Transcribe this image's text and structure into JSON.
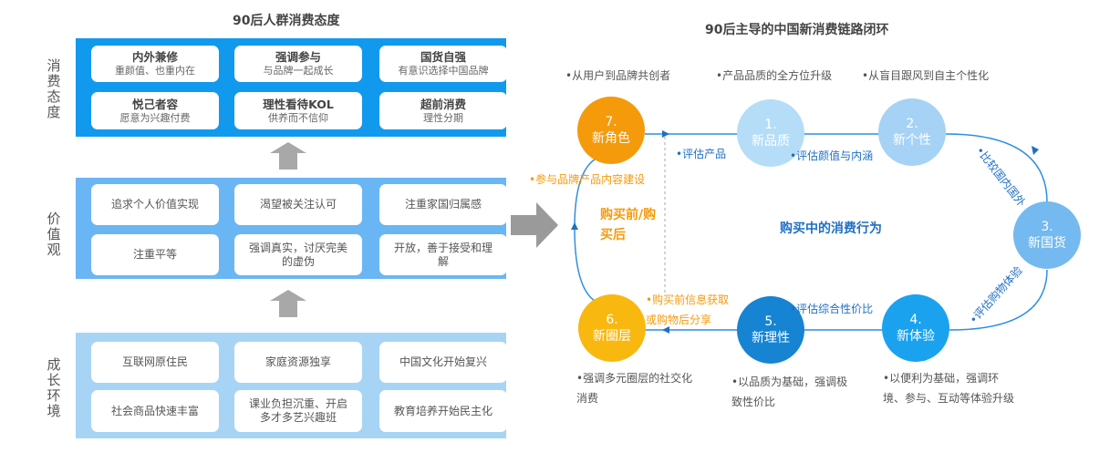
{
  "left": {
    "title": "90后人群消费态度",
    "sections": [
      {
        "label": "消费态度",
        "cards": [
          {
            "title": "内外兼修",
            "sub": "重颜值、也重内在"
          },
          {
            "title": "强调参与",
            "sub": "与品牌一起成长"
          },
          {
            "title": "国货自强",
            "sub": "有意识选择中国品牌"
          },
          {
            "title": "悦己者容",
            "sub": "愿意为兴趣付费"
          },
          {
            "title": "理性看待KOL",
            "sub": "供养而不信仰"
          },
          {
            "title": "超前消费",
            "sub": "理性分期"
          }
        ]
      },
      {
        "label": "价值观",
        "cards": [
          "追求个人价值实现",
          "渴望被关注认可",
          "注重家国归属感",
          "注重平等",
          "强调真实，讨厌完美的虚伪",
          "开放，善于接受和理解"
        ]
      },
      {
        "label": "成长环境",
        "cards": [
          "互联网原住民",
          "家庭资源独享",
          "中国文化开始复兴",
          "社会商品快速丰富",
          "课业负担沉重、开启多才多艺兴趣班",
          "教育培养开始民主化"
        ]
      }
    ]
  },
  "right": {
    "title": "90后主导的中国新消费链路闭环",
    "nodes": [
      {
        "num": "1.",
        "name": "新品质",
        "note": "•产品品质的全方位升级",
        "color": "#b5ddf7"
      },
      {
        "num": "2.",
        "name": "新个性",
        "note": "•从盲目跟风到自主个性化",
        "color": "#a6d2f5"
      },
      {
        "num": "3.",
        "name": "新国货",
        "color": "#74b9ef"
      },
      {
        "num": "4.",
        "name": "新体验",
        "note": "•以便利为基础，强调环境、参与、互动等体验升级",
        "color": "#1aa2ef"
      },
      {
        "num": "5.",
        "name": "新理性",
        "note": "•以品质为基础，强调极致性价比",
        "color": "#1684d2"
      },
      {
        "num": "6.",
        "name": "新圈层",
        "note": "•强调多元圈层的社交化消费",
        "color": "#f8b80f"
      },
      {
        "num": "7.",
        "name": "新角色",
        "note": "•从用户到品牌共创者",
        "color": "#f59a0b"
      }
    ],
    "edges": [
      "•评估产品",
      "•评估颜值与内涵",
      "•比较国内国外",
      "•评估购物体验",
      "•评估综合性价比",
      "•购买前信息获取或购物后分享",
      "•参与品牌产品内容建设"
    ],
    "phase_before_after": "购买前/购买后",
    "phase_during": "购买中的消费行为"
  }
}
